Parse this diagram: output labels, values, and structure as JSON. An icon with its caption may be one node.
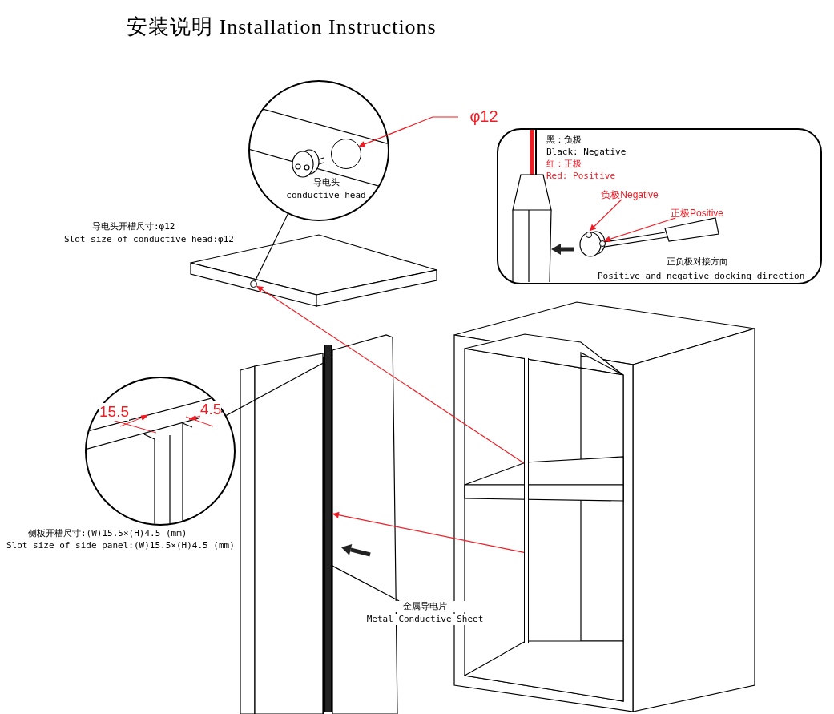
{
  "diagram": {
    "title": "安装说明 Installation Instructions",
    "nodes": [
      {
        "text": [],
        "shape": "circle"
      },
      {
        "text": [
          "导电头",
          "conductive head"
        ],
        "in": 0
      },
      {
        "text": [
          "φ12"
        ]
      },
      {
        "text": [],
        "shape": "circle",
        "in": 0
      },
      {
        "text": [],
        "shape": "picture"
      },
      {
        "text": [],
        "shape": "circle",
        "in": 4
      },
      {
        "text": [],
        "shape": "circle"
      },
      {
        "text": [],
        "shape": "picture"
      },
      {
        "text": [],
        "shape": "bar",
        "in": 7
      },
      {
        "text": [],
        "shape": "bar",
        "in": 8
      },
      {
        "text": [
          "金属导电片",
          "Metal Conductive Sheet"
        ]
      },
      {
        "text": [],
        "shape": "picture"
      },
      {
        "text": [],
        "shape": "bar",
        "in": 11
      },
      {
        "text": [
          "黑：负极",
          "Black: Negative",
          "红：正极",
          "Red: Positive",
          "正负极对接方向",
          "Positive and negative docking direction"
        ]
      },
      {
        "text": [
          "负极Negative"
        ],
        "in": 13
      },
      {
        "text": [
          "正极Positive"
        ],
        "in": 13
      },
      {
        "text": [],
        "shape": "circle",
        "in": 13
      },
      {
        "text": [],
        "shape": "circle",
        "in": 13
      }
    ],
    "edges": [
      {
        "from": 2,
        "to": 3,
        "arrow": "to",
        "color": "#ee1c24"
      },
      {
        "from": 0,
        "to": 5,
        "arrow": "none",
        "color": "#000000"
      },
      {
        "from": 6,
        "to": 8,
        "arrow": "none",
        "color": "#000000"
      },
      {
        "from": 10,
        "to": 9,
        "arrow": "none",
        "color": "#000000"
      },
      {
        "from": 12,
        "to": 5,
        "arrow": "to",
        "color": "#ee1c24"
      },
      {
        "from": 12,
        "to": 8,
        "arrow": "to",
        "color": "#ee1c24"
      },
      {
        "from": 14,
        "to": 16,
        "arrow": "to",
        "color": "#ee1c24"
      },
      {
        "from": 15,
        "to": 17,
        "arrow": "to",
        "color": "#ee1c24"
      }
    ],
    "labels": [
      "导电头开槽尺寸:φ12",
      "Slot size of conductive head:φ12",
      "15.5",
      "4.5",
      "侧板开槽尺寸:(W)15.5×(H)4.5 (mm)",
      "Slot size of side panel:(W)15.5×(H)4.5 (mm)"
    ]
  }
}
